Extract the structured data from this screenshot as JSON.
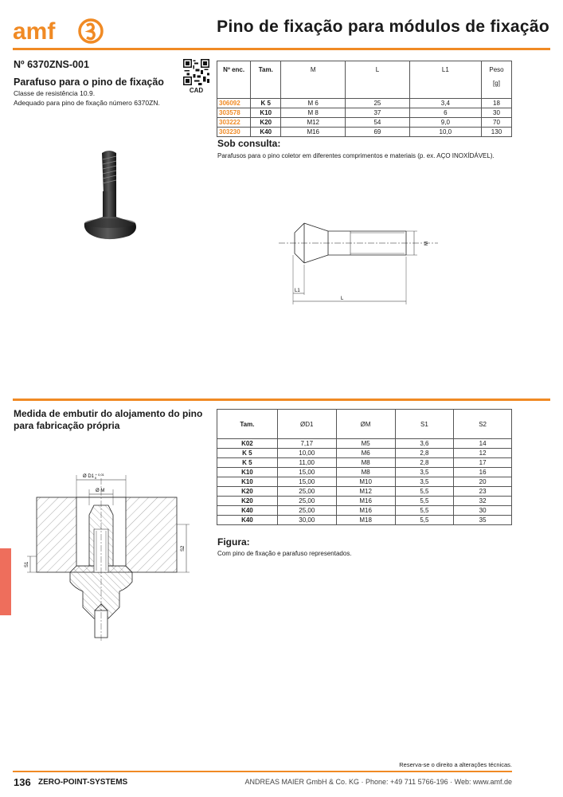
{
  "brand": {
    "logo_text": "amf",
    "accent_color": "#f08a24",
    "tab_color": "#ee6e5c"
  },
  "page_title": "Pino de fixação para módulos de fixação",
  "product": {
    "article_no": "Nº 6370ZNS-001",
    "subtitle": "Parafuso para o pino de fixação",
    "desc_line1": "Classe de resistência 10.9.",
    "desc_line2": "Adequado para pino de fixação número 6370ZN.",
    "cad_label": "CAD"
  },
  "table1": {
    "headers": {
      "order": "Nº enc.",
      "size": "Tam.",
      "m": "M",
      "l": "L",
      "l1": "L1",
      "weight": "Peso",
      "weight_unit": "[g]"
    },
    "rows": [
      {
        "order": "306092",
        "size": "K 5",
        "m": "M 6",
        "l": "25",
        "l1": "3,4",
        "weight": "18"
      },
      {
        "order": "303578",
        "size": "K10",
        "m": "M 8",
        "l": "37",
        "l1": "6",
        "weight": "30"
      },
      {
        "order": "303222",
        "size": "K20",
        "m": "M12",
        "l": "54",
        "l1": "9,0",
        "weight": "70"
      },
      {
        "order": "303230",
        "size": "K40",
        "m": "M16",
        "l": "69",
        "l1": "10,0",
        "weight": "130"
      }
    ]
  },
  "sob_consulta": {
    "heading": "Sob consulta:",
    "text": "Parafusos para o pino coletor em diferentes comprimentos e materiais (p. ex. AÇO INOXÍDÁVEL)."
  },
  "drawing1": {
    "m": "M",
    "l1": "L1",
    "l": "L"
  },
  "medida": {
    "heading": "Medida de embutir do alojamento do pino para fabricação própria"
  },
  "table2": {
    "headers": {
      "size": "Tam.",
      "d1": "ØD1",
      "m": "ØM",
      "s1": "S1",
      "s2": "S2"
    },
    "rows": [
      {
        "size": "K02",
        "d1": "7,17",
        "m": "M5",
        "s1": "3,6",
        "s2": "14"
      },
      {
        "size": "K 5",
        "d1": "10,00",
        "m": "M6",
        "s1": "2,8",
        "s2": "12"
      },
      {
        "size": "K 5",
        "d1": "11,00",
        "m": "M8",
        "s1": "2,8",
        "s2": "17"
      },
      {
        "size": "K10",
        "d1": "15,00",
        "m": "M8",
        "s1": "3,5",
        "s2": "16"
      },
      {
        "size": "K10",
        "d1": "15,00",
        "m": "M10",
        "s1": "3,5",
        "s2": "20"
      },
      {
        "size": "K20",
        "d1": "25,00",
        "m": "M12",
        "s1": "5,5",
        "s2": "23"
      },
      {
        "size": "K20",
        "d1": "25,00",
        "m": "M16",
        "s1": "5,5",
        "s2": "32"
      },
      {
        "size": "K40",
        "d1": "25,00",
        "m": "M16",
        "s1": "5,5",
        "s2": "30"
      },
      {
        "size": "K40",
        "d1": "30,00",
        "m": "M18",
        "s1": "5,5",
        "s2": "35"
      }
    ]
  },
  "drawing2": {
    "d1": "Ø D1 ",
    "d1_tol_upper": "+ 0,01",
    "d1_tol_lower": "0",
    "m": "Ø M",
    "s1": "S1",
    "s2": "S2"
  },
  "figura": {
    "heading": "Figura:",
    "text": "Com pino de fixação e parafuso representados."
  },
  "footer": {
    "reserva": "Reserva-se o direito a alterações técnicas.",
    "page_number": "136",
    "section": "ZERO-POINT-SYSTEMS",
    "company": "ANDREAS MAIER GmbH & Co. KG · Phone: +49 711 5766-196 · Web: www.amf.de"
  }
}
